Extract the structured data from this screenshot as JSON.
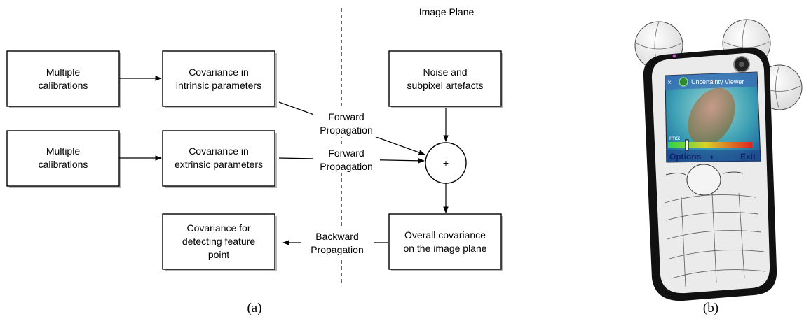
{
  "diagram": {
    "image_plane_label": "Image Plane",
    "boxes": {
      "multi_cal_1": [
        "Multiple",
        "calibrations"
      ],
      "cov_intrinsic": [
        "Covariance in",
        "intrinsic parameters"
      ],
      "noise": [
        "Noise and",
        "subpixel artefacts"
      ],
      "multi_cal_2": [
        "Multiple",
        "calibrations"
      ],
      "cov_extrinsic": [
        "Covariance in",
        "extrinsic parameters"
      ],
      "cov_feature": [
        "Covariance for",
        "detecting feature",
        "point"
      ],
      "overall_cov": [
        "Overall covariance",
        "on the image plane"
      ]
    },
    "edge_labels": {
      "forward_1": [
        "Forward",
        "Propagation"
      ],
      "forward_2": [
        "Forward",
        "Propagation"
      ],
      "backward": [
        "Backward",
        "Propagation"
      ]
    },
    "sum_symbol": "+"
  },
  "phone": {
    "app_title": "Uncertainty Viewer",
    "rms_label": "rms:",
    "softkey_left": "Options",
    "softkey_right": "Exit"
  },
  "captions": {
    "a": "(a)",
    "b": "(b)"
  }
}
